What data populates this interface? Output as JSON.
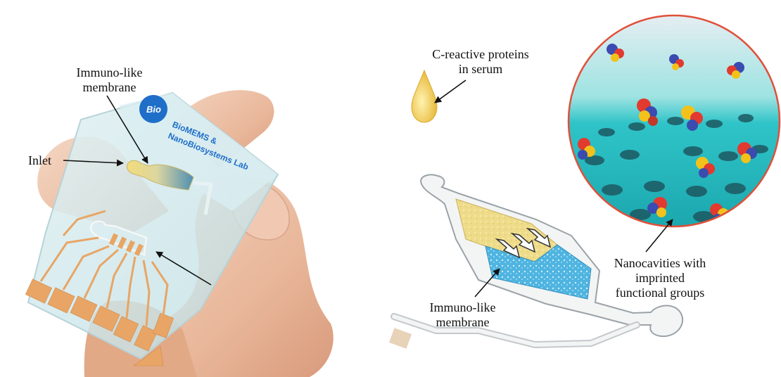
{
  "left_panel": {
    "labels": {
      "membrane": [
        "Immuno-like",
        "membrane"
      ],
      "inlet": "Inlet"
    },
    "chip_logo": {
      "mark": "Bio",
      "lines": [
        "BioMEMS &",
        "NanoBiosystems Lab"
      ]
    }
  },
  "right_panel": {
    "labels": {
      "sample": [
        "C-reactive proteins",
        "in serum"
      ],
      "nanocavities": [
        "Nanocavities with",
        "imprinted",
        "functional groups"
      ],
      "membrane": [
        "Immuno-like",
        "membrane"
      ]
    }
  },
  "colors": {
    "chip_glass": "#d8ebee",
    "electrode": "#e8a565",
    "membrane_yellow": "#eedc8a",
    "membrane_blue": "#5db6de",
    "inset_teal": "#2bbfc4",
    "inset_border": "#e0503a",
    "logo_blue": "#1f6fc9"
  }
}
